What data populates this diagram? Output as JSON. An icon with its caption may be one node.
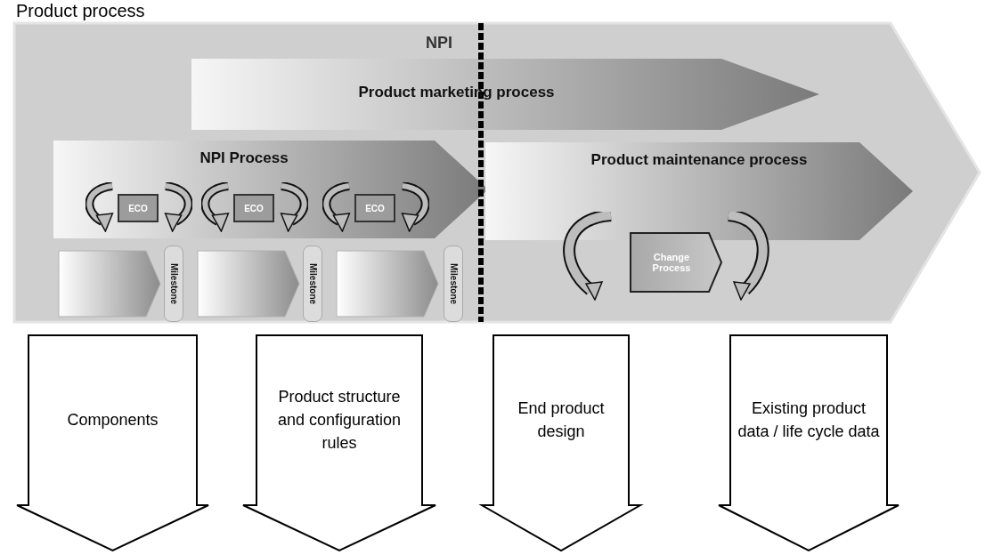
{
  "diagram": {
    "title": "Product process",
    "nodes": [
      {
        "text": [
          "NPI"
        ]
      },
      {
        "text": [
          "Product marketing process"
        ],
        "in": 0
      },
      {
        "text": [
          "NPI Process"
        ],
        "in": 0
      },
      {
        "text": [
          "ECO"
        ],
        "in": 2
      },
      {
        "text": [
          "ECO"
        ],
        "in": 2
      },
      {
        "text": [
          "ECO"
        ],
        "in": 2
      },
      {
        "text": [],
        "shape": "chevron",
        "in": 0
      },
      {
        "text": [
          "Milestone"
        ],
        "in": 0
      },
      {
        "text": [],
        "shape": "chevron",
        "in": 0
      },
      {
        "text": [
          "Milestone"
        ],
        "in": 0
      },
      {
        "text": [],
        "shape": "chevron",
        "in": 0
      },
      {
        "text": [
          "Milestone"
        ],
        "in": 0
      },
      {
        "text": [
          "Product maintenance process"
        ],
        "in": 0
      },
      {
        "text": [
          "Change Process"
        ],
        "in": 0
      },
      {
        "text": [
          "Components"
        ]
      },
      {
        "text": [
          "Product structure and configuration rules"
        ]
      },
      {
        "text": [
          "End product design"
        ]
      },
      {
        "text": [
          "Existing product data / life cycle data"
        ]
      }
    ],
    "edges": []
  }
}
